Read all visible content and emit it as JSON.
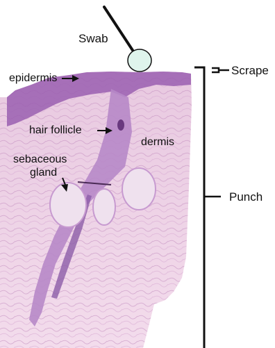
{
  "labels": {
    "swab": "Swab",
    "epidermis": "epidermis",
    "hair_follicle": "hair follicle",
    "dermis": "dermis",
    "sebaceous_line1": "sebaceous",
    "sebaceous_line2": "gland",
    "scrape": "Scrape",
    "punch": "Punch"
  },
  "colors": {
    "tissue_light": "#e6c3dd",
    "tissue_mid": "#cf9ccc",
    "epidermis_dark": "#8a4f9e",
    "follicle": "#b584c6",
    "gland": "#efe1ee",
    "swab_fill": "#dff4ec",
    "ink": "#111111"
  }
}
